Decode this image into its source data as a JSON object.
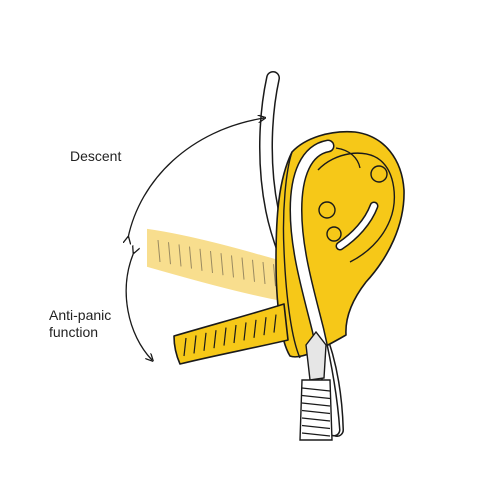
{
  "labels": {
    "descent": "Descent",
    "anti_panic_line1": "Anti-panic",
    "anti_panic_line2": "function"
  },
  "colors": {
    "device_yellow": "#F6C818",
    "ghost_handle_yellow": "#F8DE8E",
    "outline": "#1a1a1a",
    "rope_fill": "#ffffff",
    "carabiner_grey": "#e6e6e6"
  },
  "icons": {
    "device": "descender-device-icon",
    "rope": "rope-icon",
    "carabiner": "carabiner-icon",
    "descent_arrow": "curved-arrow-icon",
    "anti_panic_arrow": "curved-arrow-icon"
  }
}
